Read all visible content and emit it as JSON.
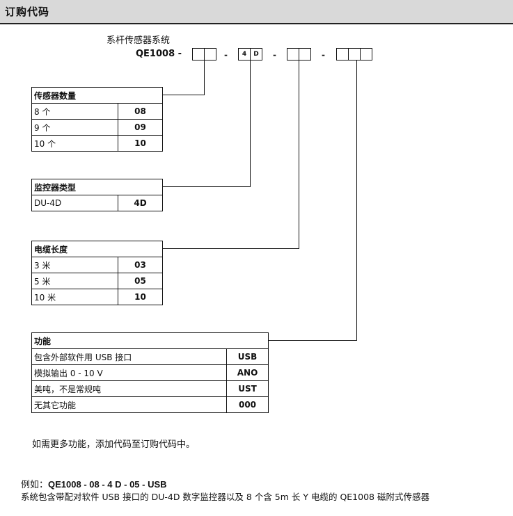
{
  "header": {
    "title": "订购代码"
  },
  "system": {
    "title": "系杆传感器系统",
    "model_prefix": "QE1008 -",
    "separator": "-",
    "controller_code_chars": [
      "4",
      "D"
    ]
  },
  "tables": {
    "sensors": {
      "header": "传感器数量",
      "rows": [
        {
          "label": "8 个",
          "code": "08"
        },
        {
          "label": "9 个",
          "code": "09"
        },
        {
          "label": "10 个",
          "code": "10"
        }
      ]
    },
    "monitor": {
      "header": "监控器类型",
      "rows": [
        {
          "label": "DU-4D",
          "code": "4D"
        }
      ]
    },
    "cable": {
      "header": "电缆长度",
      "rows": [
        {
          "label": "3 米",
          "code": "03"
        },
        {
          "label": "5 米",
          "code": "05"
        },
        {
          "label": "10 米",
          "code": "10"
        }
      ]
    },
    "function": {
      "header": "功能",
      "rows": [
        {
          "label": "包含外部软件用 USB 接口",
          "code": "USB"
        },
        {
          "label": "模拟输出 0 - 10 V",
          "code": "ANO"
        },
        {
          "label": "美吨，不是常规吨",
          "code": "UST"
        },
        {
          "label": "无其它功能",
          "code": "000"
        }
      ]
    }
  },
  "note": "如需更多功能，添加代码至订购代码中。",
  "example": {
    "label": "例如：",
    "code": "QE1008 - 08 - 4 D - 05 - USB",
    "description": "系统包含带配对软件 USB 接口的 DU-4D 数字监控器以及 8 个含 5m 长 Y 电缆的 QE1008 磁附式传感器"
  }
}
